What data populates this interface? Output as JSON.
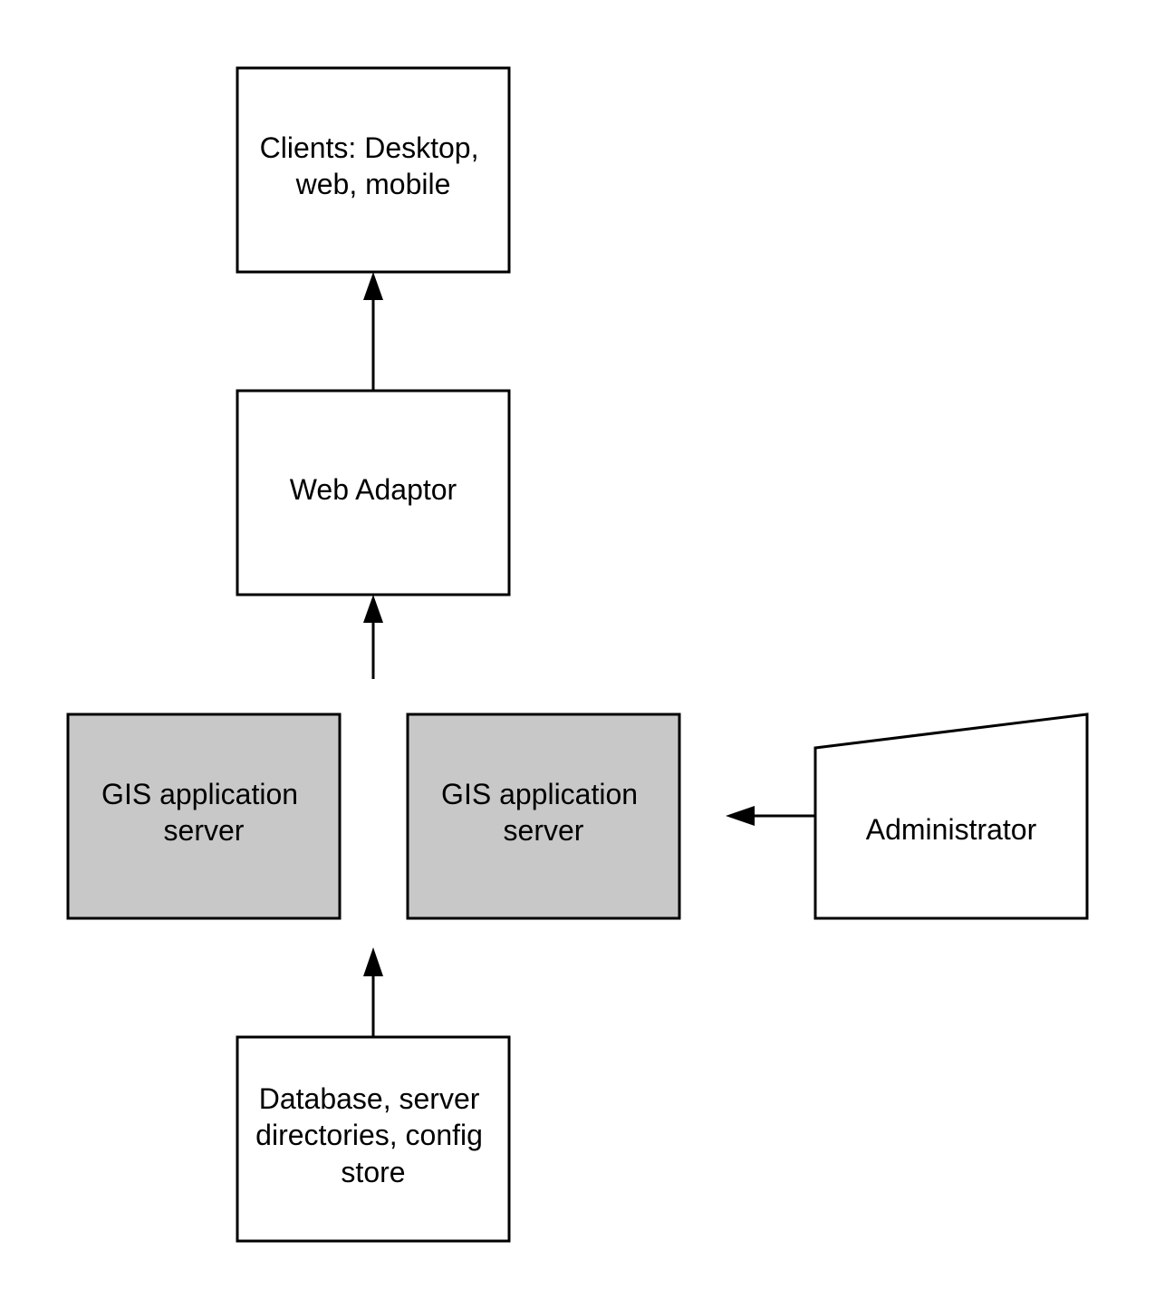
{
  "colors": {
    "plain_box_fill": "#ffffff",
    "server_box_fill": "#c8c8c8",
    "stroke": "#000000"
  },
  "nodes": {
    "clients": {
      "lines": [
        "Clients: Desktop,",
        "web, mobile"
      ]
    },
    "web_adaptor": {
      "lines": [
        "Web Adaptor"
      ]
    },
    "gis_server_left": {
      "lines": [
        "GIS application",
        "server"
      ]
    },
    "gis_server_right": {
      "lines": [
        "GIS application",
        "server"
      ]
    },
    "administrator": {
      "lines": [
        "Administrator"
      ]
    },
    "database": {
      "lines": [
        "Database, server",
        "directories, config",
        "store"
      ]
    }
  },
  "edges": [
    {
      "from": "web_adaptor",
      "to": "clients"
    },
    {
      "from": "gis_server_left",
      "to": "web_adaptor"
    },
    {
      "from": "administrator",
      "to": "gis_server_right"
    },
    {
      "from": "database",
      "to": "gis_server_left"
    }
  ]
}
